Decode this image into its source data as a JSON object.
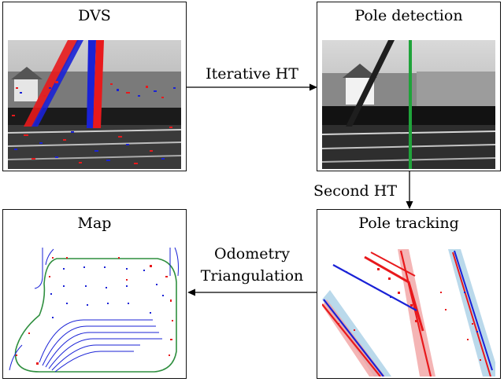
{
  "panels": {
    "dvs": {
      "title": "DVS"
    },
    "pole_detection": {
      "title": "Pole detection"
    },
    "map": {
      "title": "Map"
    },
    "pole_tracking": {
      "title": "Pole tracking"
    }
  },
  "arrows": {
    "iterative_ht": "Iterative HT",
    "second_ht": "Second HT",
    "odometry_line1": "Odometry",
    "odometry_line2": "Triangulation"
  },
  "colors": {
    "event_red": "#e8191c",
    "event_blue": "#1a22d6",
    "detection_green": "#1fa33a",
    "map_track": "#2f8f3f",
    "band_light_red": "#f1a3a3",
    "band_light_blue": "#a9cfe6"
  }
}
